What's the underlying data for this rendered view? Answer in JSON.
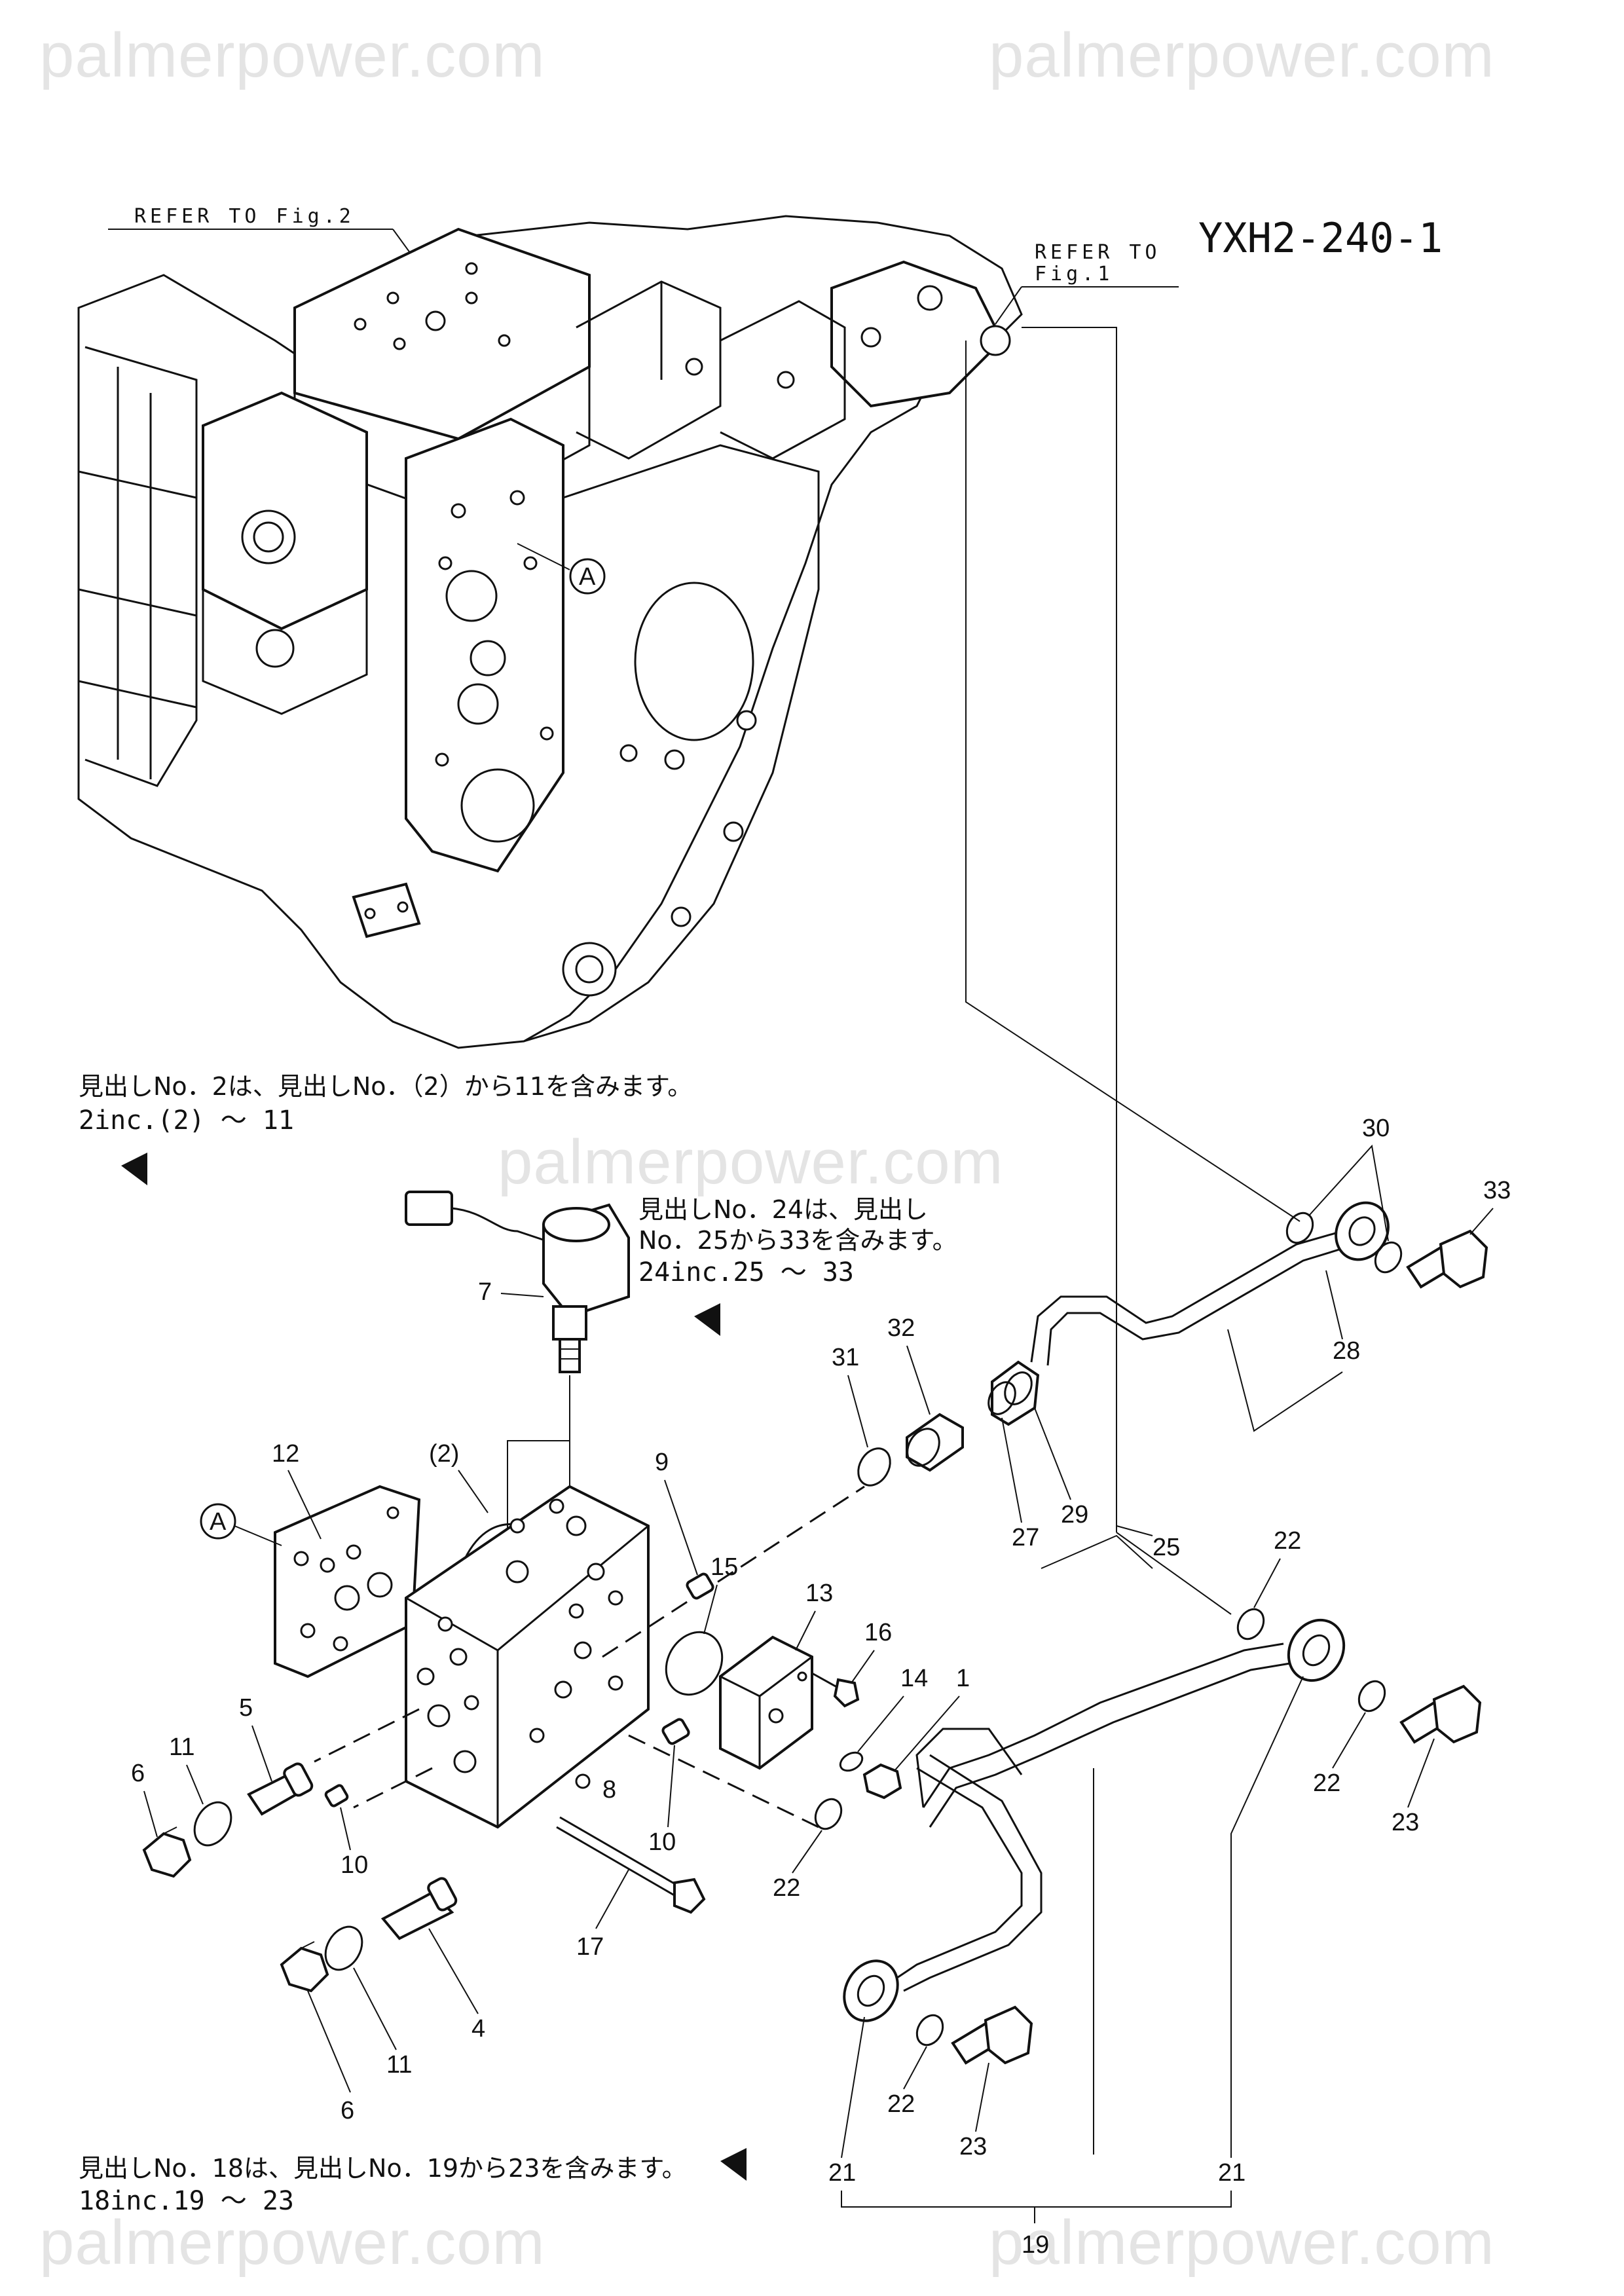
{
  "watermark": {
    "text": "palmerpower.com"
  },
  "drawing_code": "YXH2-240-1",
  "references": {
    "fig2": "REFER TO Fig.2",
    "fig1_line1": "REFER TO",
    "fig1_line2": "Fig.1"
  },
  "view_marker": "A",
  "notes": {
    "group2_jp": "見出しNo．2は、見出しNo．（2）から11を含みます。",
    "group2_en": "2inc.(2) ～ 11",
    "group24_jp_line1": "見出しNo．24は、見出し",
    "group24_jp_line2": "No．25から33を含みます。",
    "group24_en": "24inc.25 ～ 33",
    "group18_jp": "見出しNo．18は、見出しNo．19から23を含みます。",
    "group18_en": "18inc.19 ～ 23"
  },
  "callouts": {
    "c1": "1",
    "c4": "4",
    "c5": "5",
    "c6": "6",
    "c7": "7",
    "c8": "8",
    "c9": "9",
    "c10": "10",
    "c11": "11",
    "c12": "12",
    "c13": "13",
    "c14": "14",
    "c15": "15",
    "c16": "16",
    "c17": "17",
    "c19": "19",
    "c21": "21",
    "c22": "22",
    "c23": "23",
    "c25": "25",
    "c27": "27",
    "c28": "28",
    "c29": "29",
    "c30": "30",
    "c31": "31",
    "c32": "32",
    "c33": "33",
    "c2_paren": "(2)"
  }
}
